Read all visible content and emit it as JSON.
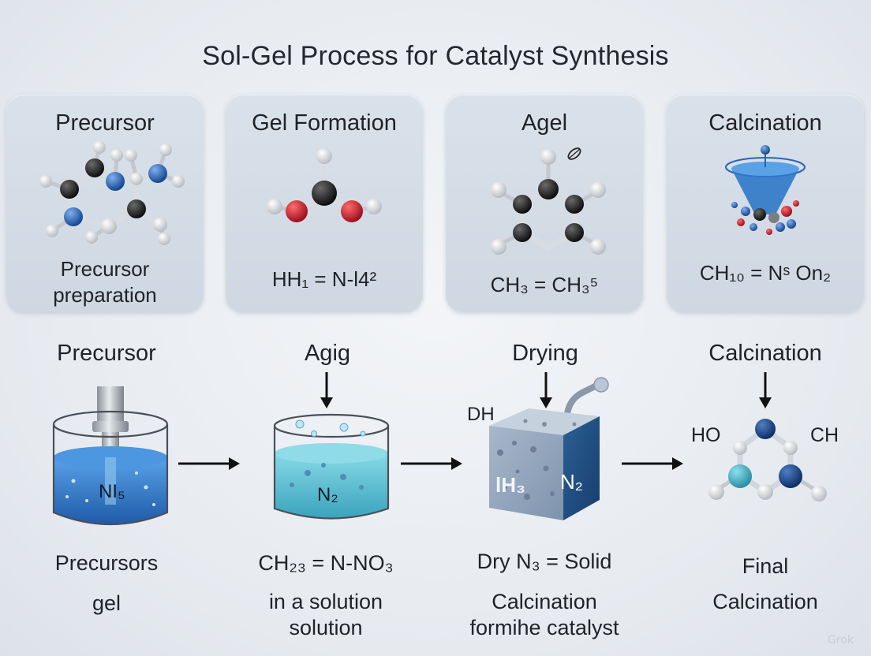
{
  "title": "Sol-Gel Process for Catalyst Synthesis",
  "cards": [
    {
      "title": "Precursor",
      "caption_lines": [
        "Precursor",
        "preparation"
      ]
    },
    {
      "title": "Gel Formation",
      "caption_lines": [
        "HH₁ = N-l4²"
      ]
    },
    {
      "title": "Agel",
      "caption_lines": [
        "CH₃ = CH₃⁵"
      ]
    },
    {
      "title": "Calcination",
      "caption_lines": [
        "CH₁₀ = Nˢ On₂"
      ]
    }
  ],
  "stages": [
    {
      "title": "Precursor",
      "vessel_label": "NI₅",
      "caption_lines": [
        "Precursors",
        "gel"
      ]
    },
    {
      "title": "Agig",
      "vessel_label": "N₂",
      "caption_lines": [
        "CH₂₃ = N-NO₃",
        "in a solution",
        "solution"
      ]
    },
    {
      "title": "Drying",
      "block_labels": {
        "top_left": "DH",
        "front": "lH₃",
        "side": "N₂"
      },
      "caption_lines": [
        "Dry N₃ = Solid",
        "Calcination",
        "formihe catalyst"
      ]
    },
    {
      "title": "Calcination",
      "molecule_labels": {
        "left": "HO",
        "right": "CH"
      },
      "caption_lines": [
        "Final",
        "Calcination"
      ]
    }
  ],
  "watermark": "Grok",
  "colors": {
    "carbon": "#1a1a1a",
    "nitrogen": "#2a63b8",
    "oxygen": "#c8102e",
    "hydrogen": "#e8e8e8",
    "card_bg": "#d4dce6",
    "liquid_blue": "#3b7fd0",
    "liquid_teal": "#5fc3d6"
  },
  "icons": [
    "molecule-icon",
    "beaker-icon",
    "funnel-icon",
    "arrow-right-icon",
    "arrow-down-icon",
    "cube-icon"
  ]
}
